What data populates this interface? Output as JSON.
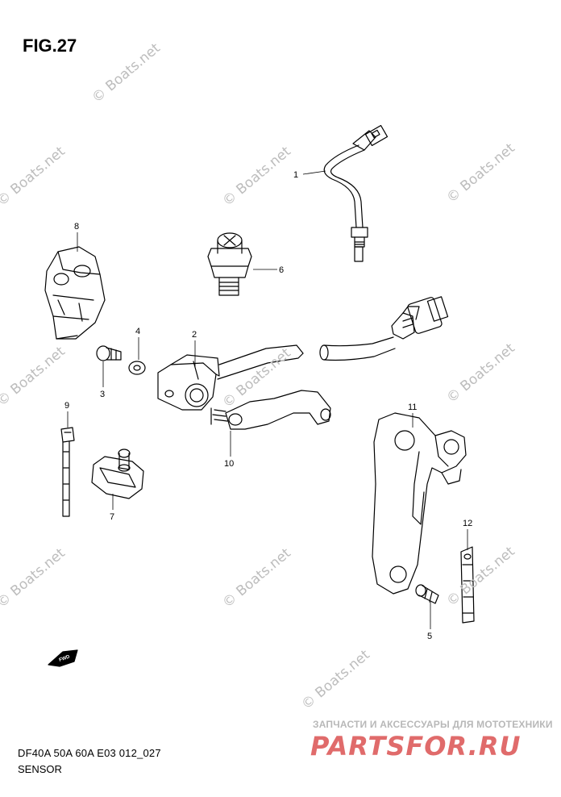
{
  "figure": {
    "title": "FIG.27",
    "code": "DF40A 50A 60A E03 012_027",
    "section": "SENSOR",
    "direction_badge": "FWD"
  },
  "callouts": [
    "1",
    "2",
    "3",
    "4",
    "5",
    "6",
    "7",
    "8",
    "9",
    "10",
    "11",
    "12"
  ],
  "watermarks": [
    "© Boats.net",
    "© Boats.net",
    "© Boats.net",
    "© Boats.net",
    "© Boats.net",
    "© Boats.net",
    "© Boats.net",
    "© Boats.net",
    "© Boats.net",
    "© Boats.net",
    "© Boats.net"
  ],
  "shop": {
    "tagline": "ЗАПЧАСТИ И АКСЕССУАРЫ ДЛЯ МОТОТЕХНИКИ",
    "logo": "PARTSFOR.RU"
  }
}
